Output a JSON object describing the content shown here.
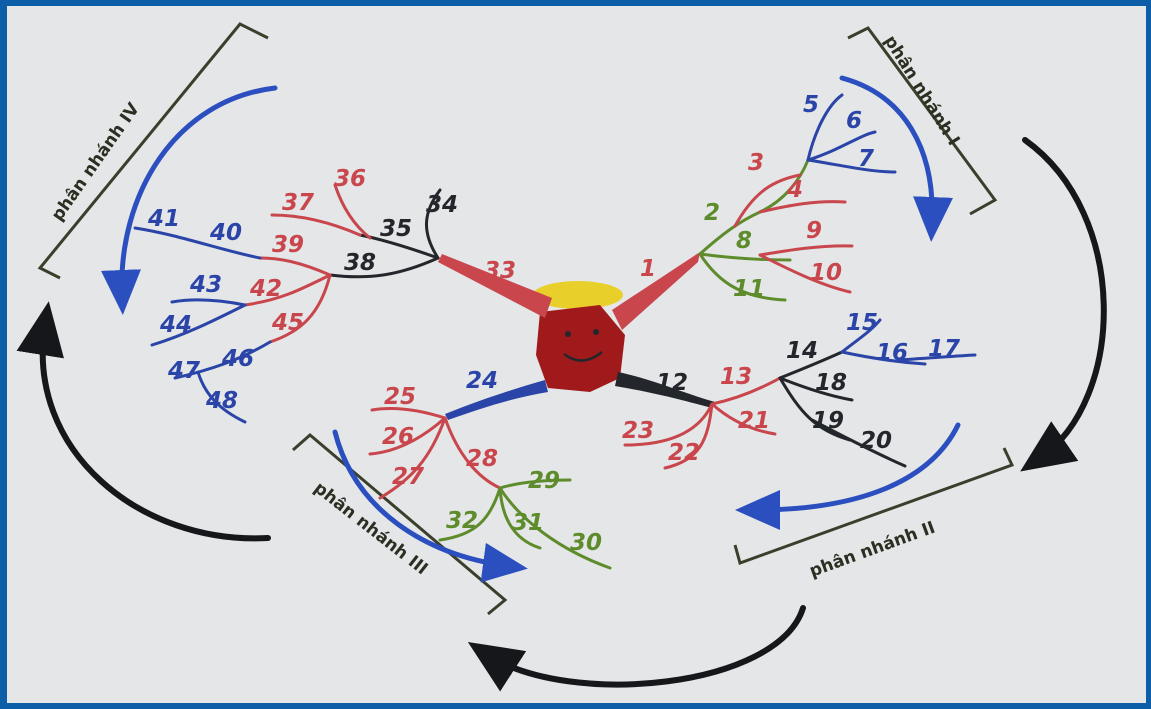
{
  "colors": {
    "paper": "#e4e6e8",
    "border_blue": "#0d5ea8",
    "red": "#c8464c",
    "red_dark": "#a01a1c",
    "black": "#23262a",
    "blue": "#2b44a8",
    "green": "#5e8c2c",
    "yellow": "#e9cf2a",
    "bracket": "#3a3f2c",
    "arrow_blue": "#2c4fbf",
    "arrow_black": "#15171a"
  },
  "center": {
    "icon": "smiling-face-icon",
    "hat": "yellow-hat"
  },
  "brackets": [
    {
      "id": "I",
      "label": "phân nhánh I"
    },
    {
      "id": "II",
      "label": "phân nhánh II"
    },
    {
      "id": "III",
      "label": "phân nhánh III"
    },
    {
      "id": "IV",
      "label": "phân nhánh IV"
    }
  ],
  "nodes": [
    {
      "id": "1",
      "label": "1",
      "color": "red"
    },
    {
      "id": "2",
      "label": "2",
      "color": "green"
    },
    {
      "id": "3",
      "label": "3",
      "color": "red"
    },
    {
      "id": "4",
      "label": "4",
      "color": "red"
    },
    {
      "id": "5",
      "label": "5",
      "color": "blue"
    },
    {
      "id": "6",
      "label": "6",
      "color": "blue"
    },
    {
      "id": "7",
      "label": "7",
      "color": "blue"
    },
    {
      "id": "8",
      "label": "8",
      "color": "green"
    },
    {
      "id": "9",
      "label": "9",
      "color": "red"
    },
    {
      "id": "10",
      "label": "10",
      "color": "red"
    },
    {
      "id": "11",
      "label": "11",
      "color": "green"
    },
    {
      "id": "12",
      "label": "12",
      "color": "black"
    },
    {
      "id": "13",
      "label": "13",
      "color": "red"
    },
    {
      "id": "14",
      "label": "14",
      "color": "black"
    },
    {
      "id": "15",
      "label": "15",
      "color": "blue"
    },
    {
      "id": "16",
      "label": "16",
      "color": "blue"
    },
    {
      "id": "17",
      "label": "17",
      "color": "blue"
    },
    {
      "id": "18",
      "label": "18",
      "color": "black"
    },
    {
      "id": "19",
      "label": "19",
      "color": "black"
    },
    {
      "id": "20",
      "label": "20",
      "color": "black"
    },
    {
      "id": "21",
      "label": "21",
      "color": "red"
    },
    {
      "id": "22",
      "label": "22",
      "color": "red"
    },
    {
      "id": "23",
      "label": "23",
      "color": "red"
    },
    {
      "id": "24",
      "label": "24",
      "color": "blue"
    },
    {
      "id": "25",
      "label": "25",
      "color": "red"
    },
    {
      "id": "26",
      "label": "26",
      "color": "red"
    },
    {
      "id": "27",
      "label": "27",
      "color": "red"
    },
    {
      "id": "28",
      "label": "28",
      "color": "red"
    },
    {
      "id": "29",
      "label": "29",
      "color": "green"
    },
    {
      "id": "30",
      "label": "30",
      "color": "green"
    },
    {
      "id": "31",
      "label": "31",
      "color": "green"
    },
    {
      "id": "32",
      "label": "32",
      "color": "green"
    },
    {
      "id": "33",
      "label": "33",
      "color": "red"
    },
    {
      "id": "34",
      "label": "34",
      "color": "black"
    },
    {
      "id": "35",
      "label": "35",
      "color": "black"
    },
    {
      "id": "36",
      "label": "36",
      "color": "red"
    },
    {
      "id": "37",
      "label": "37",
      "color": "red"
    },
    {
      "id": "38",
      "label": "38",
      "color": "black"
    },
    {
      "id": "39",
      "label": "39",
      "color": "red"
    },
    {
      "id": "40",
      "label": "40",
      "color": "blue"
    },
    {
      "id": "41",
      "label": "41",
      "color": "blue"
    },
    {
      "id": "42",
      "label": "42",
      "color": "red"
    },
    {
      "id": "43",
      "label": "43",
      "color": "blue"
    },
    {
      "id": "44",
      "label": "44",
      "color": "blue"
    },
    {
      "id": "45",
      "label": "45",
      "color": "red"
    },
    {
      "id": "46",
      "label": "46",
      "color": "blue"
    },
    {
      "id": "47",
      "label": "47",
      "color": "blue"
    },
    {
      "id": "48",
      "label": "48",
      "color": "blue"
    }
  ]
}
